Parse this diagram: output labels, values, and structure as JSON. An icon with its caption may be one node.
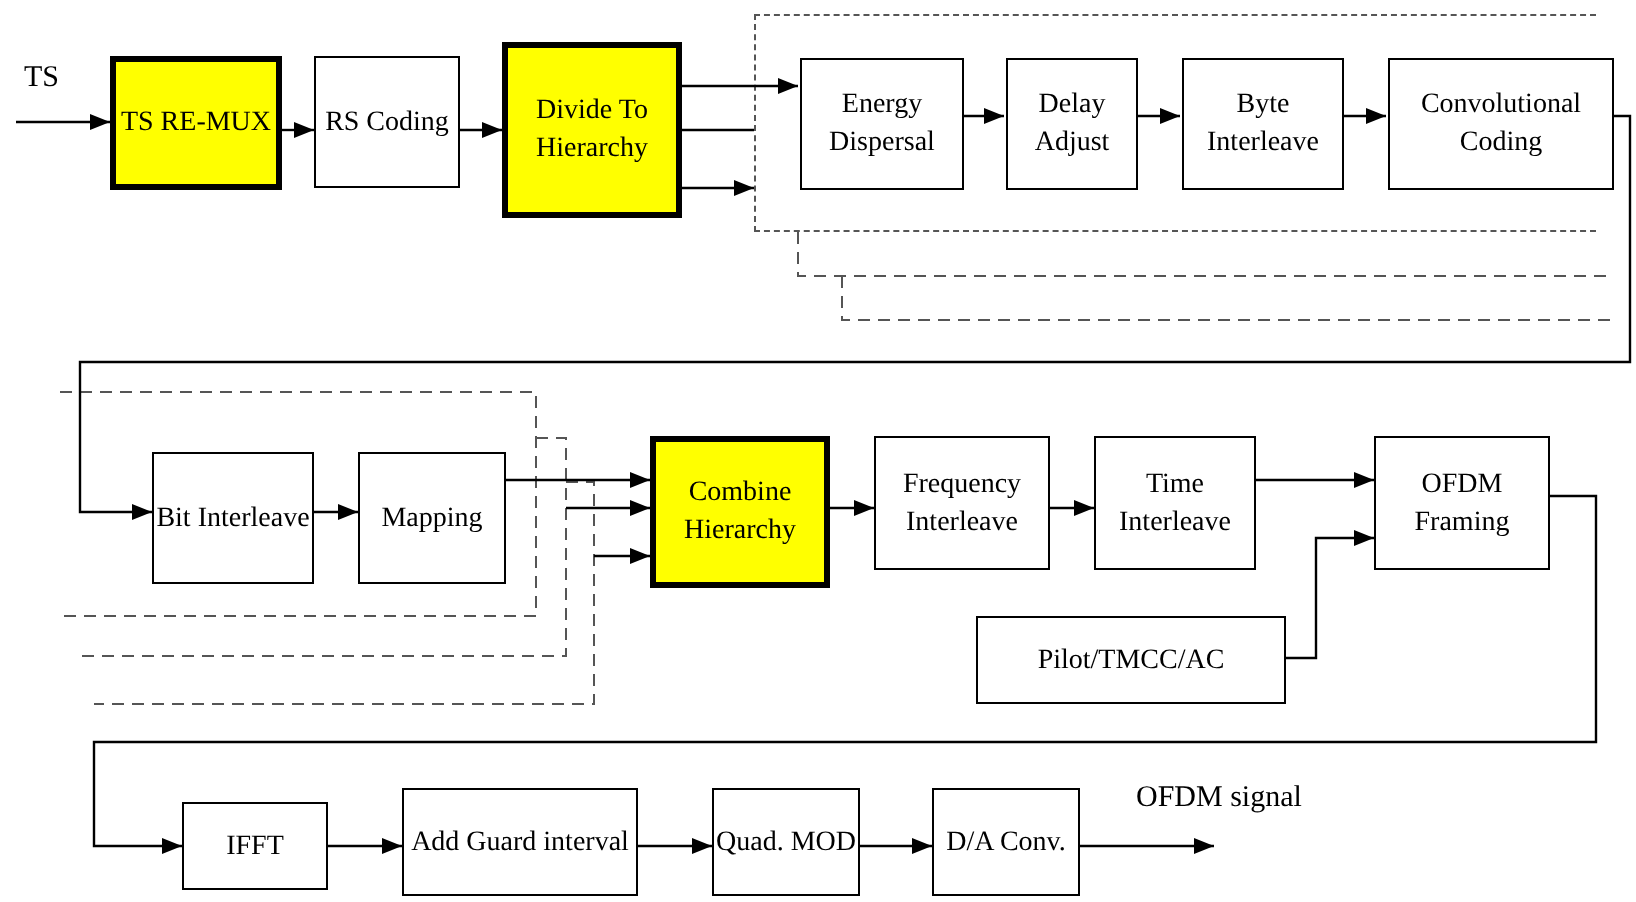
{
  "diagram": {
    "nodes": [
      {
        "text": [
          "TS RE-MUX"
        ]
      },
      {
        "text": [
          "RS Coding"
        ]
      },
      {
        "text": [
          "Divide To Hierarchy"
        ]
      },
      {
        "text": [],
        "shape": "box"
      },
      {
        "text": [
          "Energy Dispersal"
        ],
        "in": 3
      },
      {
        "text": [
          "Delay Adjust"
        ],
        "in": 3
      },
      {
        "text": [
          "Byte Interleave"
        ],
        "in": 3
      },
      {
        "text": [
          "Convolutional Coding"
        ],
        "in": 3
      },
      {
        "text": [
          "Bit Interleave"
        ]
      },
      {
        "text": [
          "Mapping"
        ]
      },
      {
        "text": [
          "Combine Hierarchy"
        ]
      },
      {
        "text": [
          "Frequency Interleave"
        ]
      },
      {
        "text": [
          "Time Interleave"
        ]
      },
      {
        "text": [
          "OFDM Framing"
        ]
      },
      {
        "text": [
          "Pilot/TMCC/AC"
        ]
      },
      {
        "text": [
          "IFFT"
        ]
      },
      {
        "text": [
          "Add Guard interval"
        ]
      },
      {
        "text": [
          "Quad. MOD"
        ]
      },
      {
        "text": [
          "D/A Conv."
        ]
      }
    ],
    "edges": [
      {
        "from": null,
        "to": 0,
        "arrow": "to",
        "label": "TS"
      },
      {
        "from": 0,
        "to": 1,
        "arrow": "to"
      },
      {
        "from": 1,
        "to": 2,
        "arrow": "to"
      },
      {
        "from": 2,
        "to": 4,
        "arrow": "to"
      },
      {
        "from": 2,
        "to": 3,
        "arrow": "none"
      },
      {
        "from": 2,
        "to": 3,
        "arrow": "to"
      },
      {
        "from": 4,
        "to": 5,
        "arrow": "to"
      },
      {
        "from": 5,
        "to": 6,
        "arrow": "to"
      },
      {
        "from": 6,
        "to": 7,
        "arrow": "to"
      },
      {
        "from": 7,
        "to": 8,
        "arrow": "to"
      },
      {
        "from": 8,
        "to": 9,
        "arrow": "to"
      },
      {
        "from": 9,
        "to": 10,
        "arrow": "to"
      },
      {
        "from": null,
        "to": 10,
        "arrow": "to"
      },
      {
        "from": null,
        "to": 10,
        "arrow": "to"
      },
      {
        "from": 10,
        "to": 11,
        "arrow": "to"
      },
      {
        "from": 11,
        "to": 12,
        "arrow": "to"
      },
      {
        "from": 12,
        "to": 13,
        "arrow": "to"
      },
      {
        "from": 14,
        "to": 13,
        "arrow": "to"
      },
      {
        "from": 13,
        "to": 15,
        "arrow": "to"
      },
      {
        "from": 15,
        "to": 16,
        "arrow": "to"
      },
      {
        "from": 16,
        "to": 17,
        "arrow": "to"
      },
      {
        "from": 17,
        "to": 18,
        "arrow": "to"
      },
      {
        "from": 18,
        "to": null,
        "arrow": "to",
        "label": "OFDM signal"
      }
    ]
  }
}
